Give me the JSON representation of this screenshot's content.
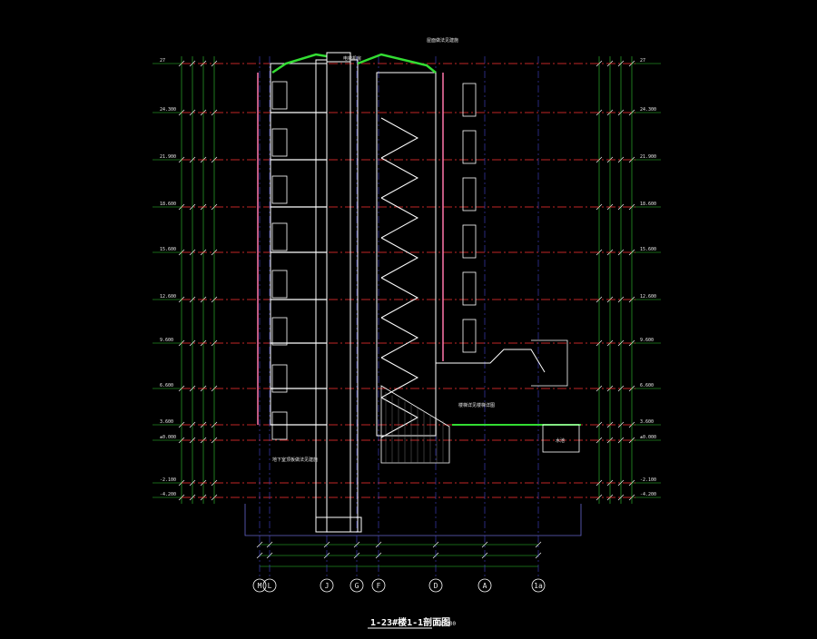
{
  "drawing": {
    "title": "1-23#楼1-1剖面图",
    "scale": "1:100"
  },
  "grid_axes": [
    "M",
    "L",
    "J",
    "G",
    "F",
    "D",
    "A",
    "1a"
  ],
  "elevation_labels": [
    "27",
    "24.300",
    "21.900",
    "18.600",
    "15.600",
    "12.600",
    "9.600",
    "6.600",
    "3.600",
    "±0.000",
    "-2.100",
    "-4.200"
  ],
  "annotations": {
    "roof_note": "屋面做法见建施",
    "stair_note": "楼梯详见楼梯详图",
    "basement_note": "地下室顶板做法见建施",
    "room_label": "电梯机房",
    "pool_label": "水池"
  },
  "colors": {
    "background": "#000000",
    "structure": "#ffffff",
    "floor_line": "#ff3333",
    "dimension": "#33cc33",
    "grid": "#4444cc",
    "roof": "#33dd33",
    "pink": "#ff77aa"
  }
}
